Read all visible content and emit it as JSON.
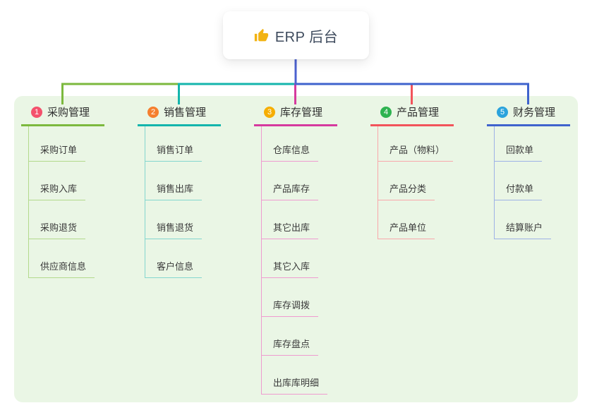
{
  "root": {
    "title": "ERP 后台",
    "icon": "thumbs-up-icon",
    "icon_color": "#f2b313",
    "connector_color": "#4c62d0"
  },
  "panel": {
    "background": "#eaf6e5"
  },
  "branches": [
    {
      "badge": "1",
      "label": "采购管理",
      "badge_color": "#f4516c",
      "line_color": "#7cb93e",
      "light_color": "#b3d98c",
      "children": [
        "采购订单",
        "采购入库",
        "采购退货",
        "供应商信息"
      ]
    },
    {
      "badge": "2",
      "label": "销售管理",
      "badge_color": "#f57f2e",
      "line_color": "#14b5ac",
      "light_color": "#84d6cf",
      "children": [
        "销售订单",
        "销售出库",
        "销售退货",
        "客户信息"
      ]
    },
    {
      "badge": "3",
      "label": "库存管理",
      "badge_color": "#f6ae01",
      "line_color": "#d63a9e",
      "light_color": "#ef9bd0",
      "children": [
        "仓库信息",
        "产品库存",
        "其它出库",
        "其它入库",
        "库存调拨",
        "库存盘点",
        "出库库明细"
      ]
    },
    {
      "badge": "4",
      "label": "产品管理",
      "badge_color": "#2eb350",
      "line_color": "#f2545b",
      "light_color": "#f8a8ab",
      "children": [
        "产品（物料）",
        "产品分类",
        "产品单位"
      ]
    },
    {
      "badge": "5",
      "label": "财务管理",
      "badge_color": "#2ba3dc",
      "line_color": "#3f63cd",
      "light_color": "#9db1e6",
      "children": [
        "回款单",
        "付款单",
        "结算账户"
      ]
    }
  ]
}
